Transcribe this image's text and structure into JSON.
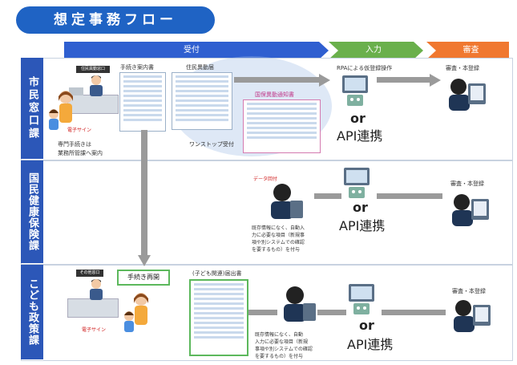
{
  "title": "想定事務フロー",
  "stages": [
    {
      "label": "受付",
      "color": "#2f5fd0"
    },
    {
      "label": "入力",
      "color": "#6ab04c"
    },
    {
      "label": "審査",
      "color": "#f07830"
    }
  ],
  "lanes": [
    {
      "label": "市民窓口課"
    },
    {
      "label": "国民健康保険課"
    },
    {
      "label": "こども政策課"
    }
  ],
  "lane1": {
    "window_sign": "住民異動窓口",
    "doc_guide": "手続き案内書",
    "doc_resident": "住民異動届",
    "doc_insurance": "国保異動通知書",
    "e_sign": "電子サイン",
    "note_line1": "専門手続きは",
    "note_line2": "業務所管課へ案内",
    "onestop": "ワンストップ受付",
    "rpa": "RPAによる仮登録操作",
    "or": "or",
    "api": "API連携",
    "review": "審査・本登録"
  },
  "lane2": {
    "data_transfer": "データ回付",
    "or": "or",
    "api": "API連携",
    "review": "審査・本登録",
    "note_line1": "既存情報になく、自動入",
    "note_line2": "力に必要な項目（新規事",
    "note_line3": "項や別システムでの確認",
    "note_line4": "を要するもの）を付与"
  },
  "lane3": {
    "window_sign": "その他窓口",
    "resume": "手続き再開",
    "form": "(子ども関連)届出書",
    "e_sign": "電子サイン",
    "or": "or",
    "api": "API連携",
    "review": "審査・本登録",
    "note_line1": "既存情報になく、自動",
    "note_line2": "入力に必要な項目（新規",
    "note_line3": "事項や別システムでの確認",
    "note_line4": "を要するもの）を付与"
  }
}
